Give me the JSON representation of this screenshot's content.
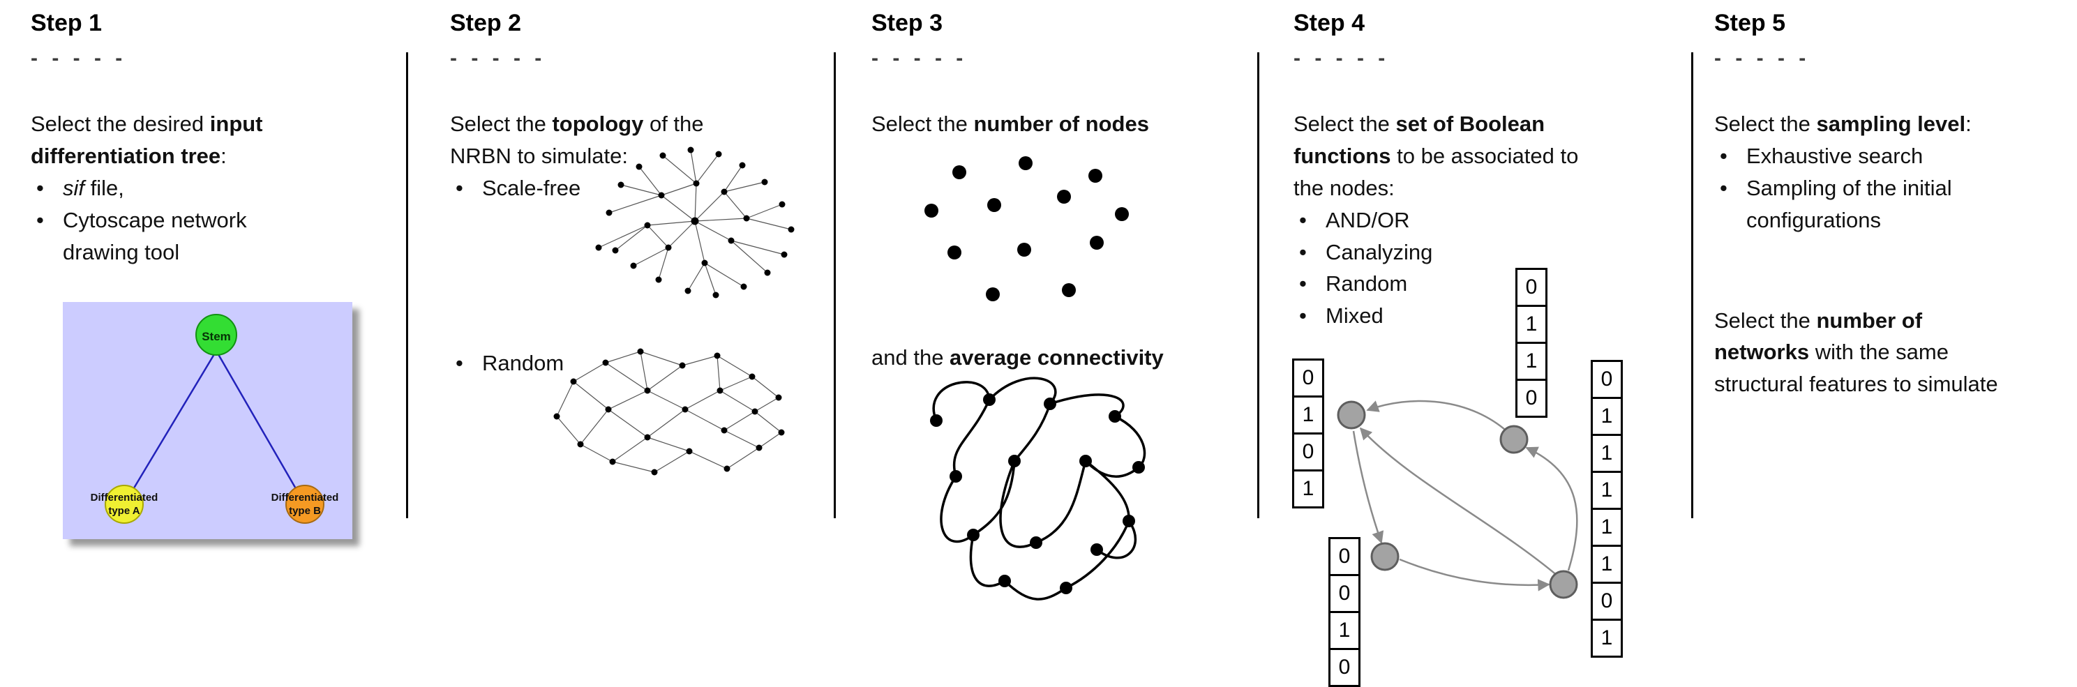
{
  "figure": {
    "bullet_char": "•",
    "steps": [
      {
        "title": "Step 1",
        "dashes": "- - - - -",
        "intro": [
          {
            "t": "Select the desired "
          },
          {
            "t": "input",
            "b": true
          },
          {
            "br": true
          },
          {
            "t": "differentiation tree",
            "b": true
          },
          {
            "t": ":"
          }
        ],
        "bullets": [
          [
            {
              "t": "sif",
              "i": true
            },
            {
              "t": " file,"
            }
          ],
          [
            {
              "t": "Cytoscape network"
            },
            {
              "br": true
            },
            {
              "t": "drawing tool"
            }
          ]
        ],
        "tree": {
          "root_label": "Stem",
          "left_label_line1": "Differentiated",
          "left_label_line2": "type A",
          "right_label_line1": "Differentiated",
          "right_label_line2": "type B",
          "colors": {
            "background": "#ccccff",
            "root": "#33dd33",
            "left": "#f0f032",
            "right": "#f59a23",
            "edge": "#2222bb"
          }
        }
      },
      {
        "title": "Step 2",
        "dashes": "- - - - -",
        "intro": [
          {
            "t": "Select the "
          },
          {
            "t": "topology",
            "b": true
          },
          {
            "t": " of the"
          },
          {
            "br": true
          },
          {
            "t": "NRBN to simulate:"
          }
        ],
        "bullets": [
          [
            {
              "t": "Scale-free"
            }
          ],
          [
            {
              "t": "Random"
            }
          ]
        ]
      },
      {
        "title": "Step 3",
        "dashes": "- - - - -",
        "intro": [
          {
            "t": "Select the "
          },
          {
            "t": "number of nodes",
            "b": true
          }
        ],
        "connectivity_text": [
          {
            "t": "and the "
          },
          {
            "t": "average connectivity",
            "b": true
          }
        ]
      },
      {
        "title": "Step 4",
        "dashes": "- - - - -",
        "intro": [
          {
            "t": "Select the "
          },
          {
            "t": "set of Boolean",
            "b": true
          },
          {
            "br": true
          },
          {
            "t": "functions",
            "b": true
          },
          {
            "t": " to be associated to"
          },
          {
            "br": true
          },
          {
            "t": "the nodes:"
          }
        ],
        "bullets": [
          [
            {
              "t": "AND/OR"
            }
          ],
          [
            {
              "t": "Canalyzing"
            }
          ],
          [
            {
              "t": "Random"
            }
          ],
          [
            {
              "t": "Mixed"
            }
          ]
        ],
        "truth_tables": {
          "left": [
            "0",
            "1",
            "0",
            "1"
          ],
          "top": [
            "0",
            "1",
            "1",
            "0"
          ],
          "bottom": [
            "0",
            "0",
            "1",
            "0"
          ],
          "right": [
            "0",
            "1",
            "1",
            "1",
            "1",
            "1",
            "0",
            "1"
          ]
        }
      },
      {
        "title": "Step 5",
        "dashes": "- - - - -",
        "intro": [
          {
            "t": "Select the "
          },
          {
            "t": "sampling level",
            "b": true
          },
          {
            "t": ":"
          }
        ],
        "bullets": [
          [
            {
              "t": "Exhaustive search"
            }
          ],
          [
            {
              "t": "Sampling of the initial"
            },
            {
              "br": true
            },
            {
              "t": "configurations"
            }
          ]
        ],
        "networks_text": [
          {
            "t": "Select the "
          },
          {
            "t": "number of",
            "b": true
          },
          {
            "br": true
          },
          {
            "t": "networks",
            "b": true
          },
          {
            "t": " with the same"
          },
          {
            "br": true
          },
          {
            "t": "structural features to simulate"
          }
        ]
      }
    ]
  }
}
